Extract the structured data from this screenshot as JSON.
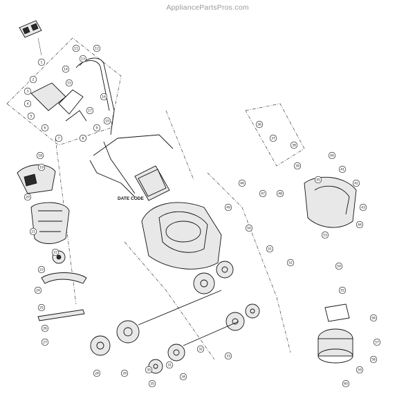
{
  "watermark": "AppliancePartsPros.com",
  "date_code_label": "DATE CODE",
  "callout_labels": [
    "1",
    "2",
    "3",
    "4",
    "5",
    "6",
    "7",
    "8",
    "9",
    "10",
    "11",
    "12",
    "13",
    "14",
    "15",
    "16",
    "17",
    "18",
    "19",
    "20",
    "21",
    "22",
    "23",
    "24",
    "25",
    "26",
    "27",
    "28",
    "29",
    "30",
    "31",
    "32",
    "33",
    "34",
    "35",
    "36",
    "37",
    "38",
    "39",
    "40",
    "41",
    "42",
    "43",
    "44",
    "45",
    "46",
    "47",
    "48",
    "49",
    "50",
    "51",
    "52",
    "53",
    "54",
    "55",
    "56",
    "57",
    "58",
    "59",
    "60"
  ]
}
